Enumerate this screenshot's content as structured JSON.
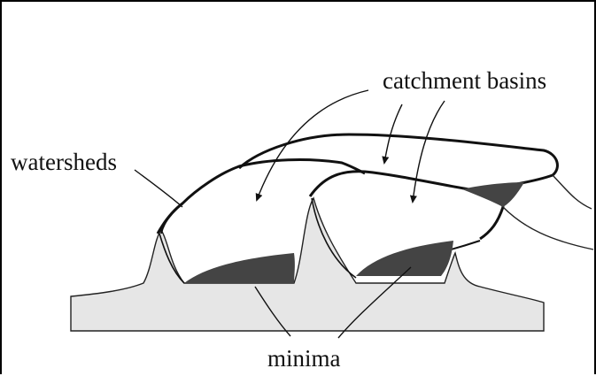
{
  "labels": {
    "catchment_basins": "catchment basins",
    "watersheds": "watersheds",
    "minima": "minima"
  },
  "colors": {
    "ground": "#e6e6e6",
    "minima": "#444444",
    "outline": "#111111",
    "background": "#ffffff"
  }
}
